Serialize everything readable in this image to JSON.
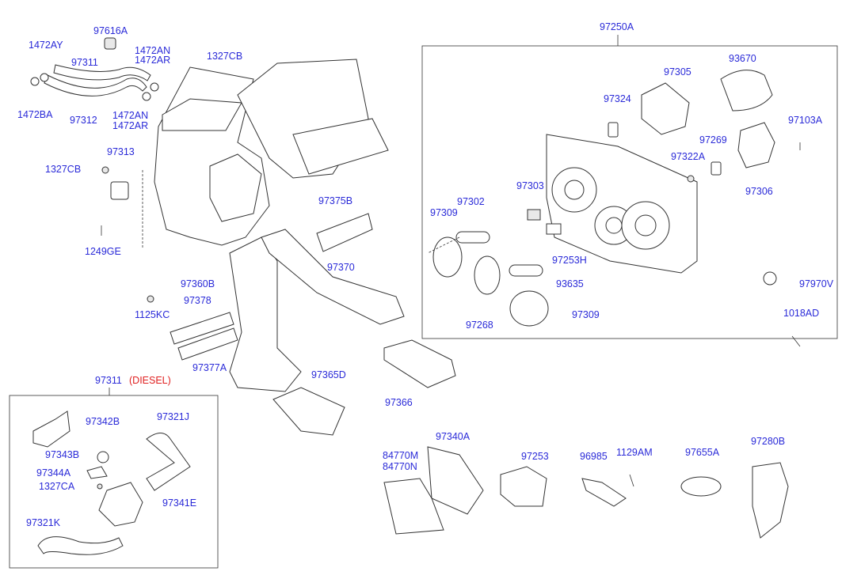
{
  "labels": {
    "p97616A": "97616A",
    "p1472AY": "1472AY",
    "p97311": "97311",
    "p1472AN_top": "1472AN",
    "p1472AR_top": "1472AR",
    "p1327CB_top": "1327CB",
    "p1472BA": "1472BA",
    "p97312": "97312",
    "p1472AN_bot": "1472AN",
    "p1472AR_bot": "1472AR",
    "p97313": "97313",
    "p1327CB_left": "1327CB",
    "p97375B": "97375B",
    "p1249GE": "1249GE",
    "p97360B": "97360B",
    "p97370": "97370",
    "p97378": "97378",
    "p1125KC": "1125KC",
    "p97377A": "97377A",
    "p97311_diesel": "97311",
    "diesel": "(DIESEL)",
    "p97365D": "97365D",
    "p97366": "97366",
    "p97250A": "97250A",
    "p97305": "97305",
    "p93670": "93670",
    "p97324": "97324",
    "p97103A": "97103A",
    "p97269": "97269",
    "p97322A": "97322A",
    "p97303": "97303",
    "p97306": "97306",
    "p97302": "97302",
    "p97309_a": "97309",
    "p97253H": "97253H",
    "p93635": "93635",
    "p97970V": "97970V",
    "p97309_b": "97309",
    "p97268": "97268",
    "p1018AD": "1018AD",
    "p97342B": "97342B",
    "p97321J": "97321J",
    "p97343B": "97343B",
    "p97344A": "97344A",
    "p1327CA": "1327CA",
    "p97341E": "97341E",
    "p97321K": "97321K",
    "p97340A": "97340A",
    "p84770M": "84770M",
    "p84770N": "84770N",
    "p97253": "97253",
    "p96985": "96985",
    "p1129AM": "1129AM",
    "p97655A": "97655A",
    "p97280B": "97280B"
  },
  "colors": {
    "label": "#2a2ad8",
    "note": "#e02020",
    "line": "#333333"
  }
}
